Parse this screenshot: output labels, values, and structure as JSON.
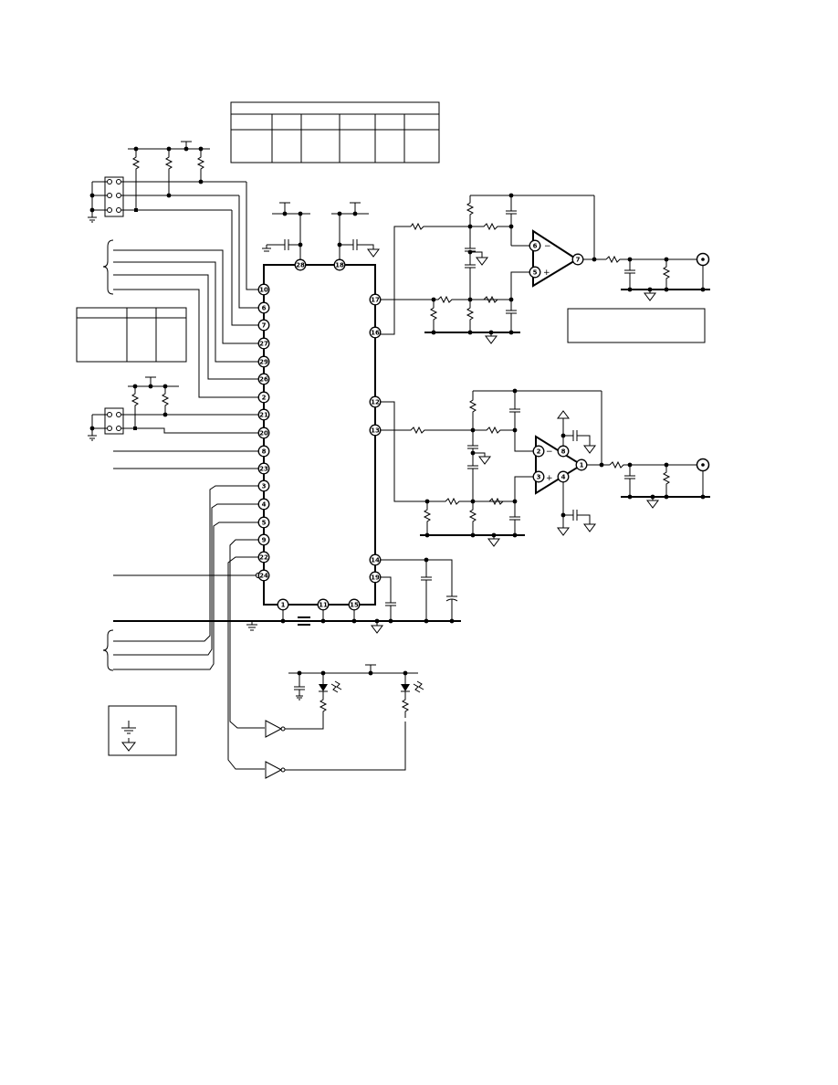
{
  "schematic": {
    "ic_left_pins": [
      "10",
      "6",
      "7",
      "27",
      "29",
      "26",
      "2",
      "21",
      "20",
      "8",
      "23",
      "3",
      "4",
      "5",
      "9",
      "22",
      "24"
    ],
    "ic_top_pins": [
      "28",
      "18"
    ],
    "ic_bottom_pins": [
      "1",
      "11",
      "15"
    ],
    "ic_right_pins": [
      "17",
      "16",
      "12",
      "13",
      "14",
      "19"
    ],
    "opamp1_pins": [
      "6",
      "5",
      "7"
    ],
    "opamp2_pins": [
      "2",
      "3",
      "8",
      "4",
      "1"
    ],
    "opamp1_signs": [
      "−",
      "+"
    ],
    "opamp2_signs": [
      "−",
      "+"
    ]
  },
  "colors": {
    "ink": "#000000",
    "paper": "#ffffff"
  },
  "icons": [
    "ground-symbol",
    "analog-ground-symbol",
    "led-symbol",
    "inverter-symbol",
    "brace-symbol"
  ]
}
